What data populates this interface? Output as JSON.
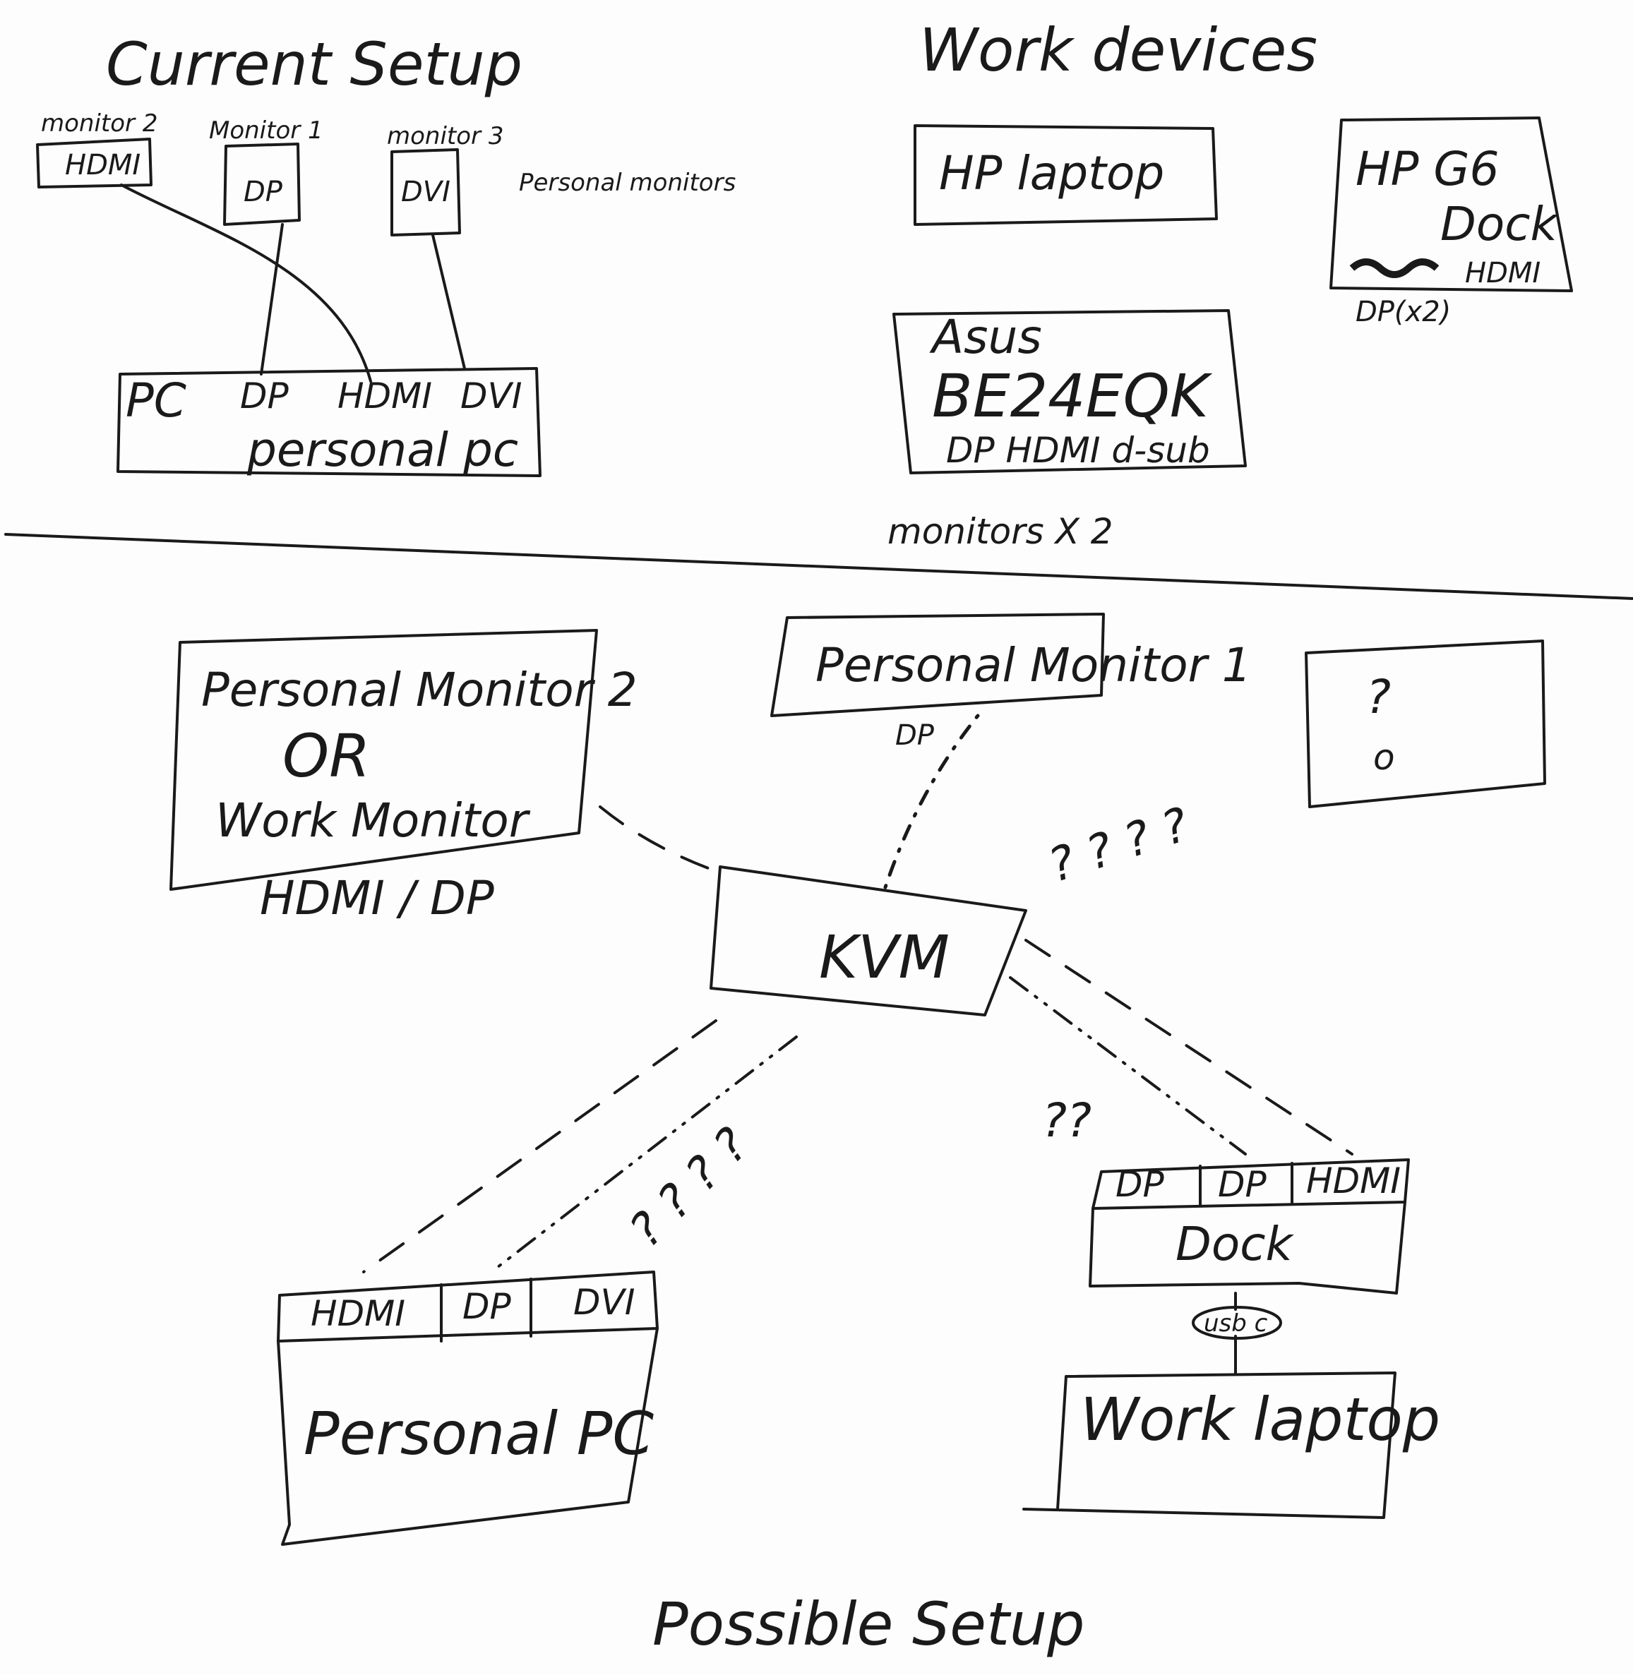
{
  "current_setup": {
    "title": "Current Setup",
    "monitor2": {
      "label": "monitor 2",
      "port": "HDMI"
    },
    "monitor1": {
      "label": "Monitor 1",
      "port": "DP"
    },
    "monitor3": {
      "label": "monitor 3",
      "port": "DVI"
    },
    "note": "Personal monitors",
    "pc": {
      "name": "PC",
      "ports": [
        "DP",
        "HDMI",
        "DVI"
      ],
      "caption": "personal pc"
    }
  },
  "work_devices": {
    "title": "Work devices",
    "laptop": "HP laptop",
    "dock": {
      "name_line1": "HP G6",
      "name_line2": "Dock",
      "port_hdmi": "HDMI",
      "port_dp": "DP(x2)"
    },
    "monitor": {
      "brand": "Asus",
      "model": "BE24EQK",
      "ports": "DP  HDMI  d-sub",
      "count": "monitors X 2"
    }
  },
  "possible_setup": {
    "title": "Possible Setup",
    "monitor_a": {
      "line1": "Personal Monitor 2",
      "line2": "OR",
      "line3": "Work Monitor",
      "ports": "HDMI / DP"
    },
    "monitor_b": {
      "label": "Personal Monitor 1",
      "port": "DP"
    },
    "unknown_box": "?",
    "unknown_box_dot": "o",
    "unknown_link": "? ? ? ?",
    "kvm": "KVM",
    "pc_link_question": "? ? ? ?",
    "dock_link_question": "??",
    "pc": {
      "ports": [
        "HDMI",
        "DP",
        "DVI"
      ],
      "label": "Personal PC"
    },
    "dock": {
      "ports": [
        "DP",
        "DP",
        "HDMI"
      ],
      "label": "Dock"
    },
    "usb": "usb c",
    "laptop": "Work laptop"
  }
}
